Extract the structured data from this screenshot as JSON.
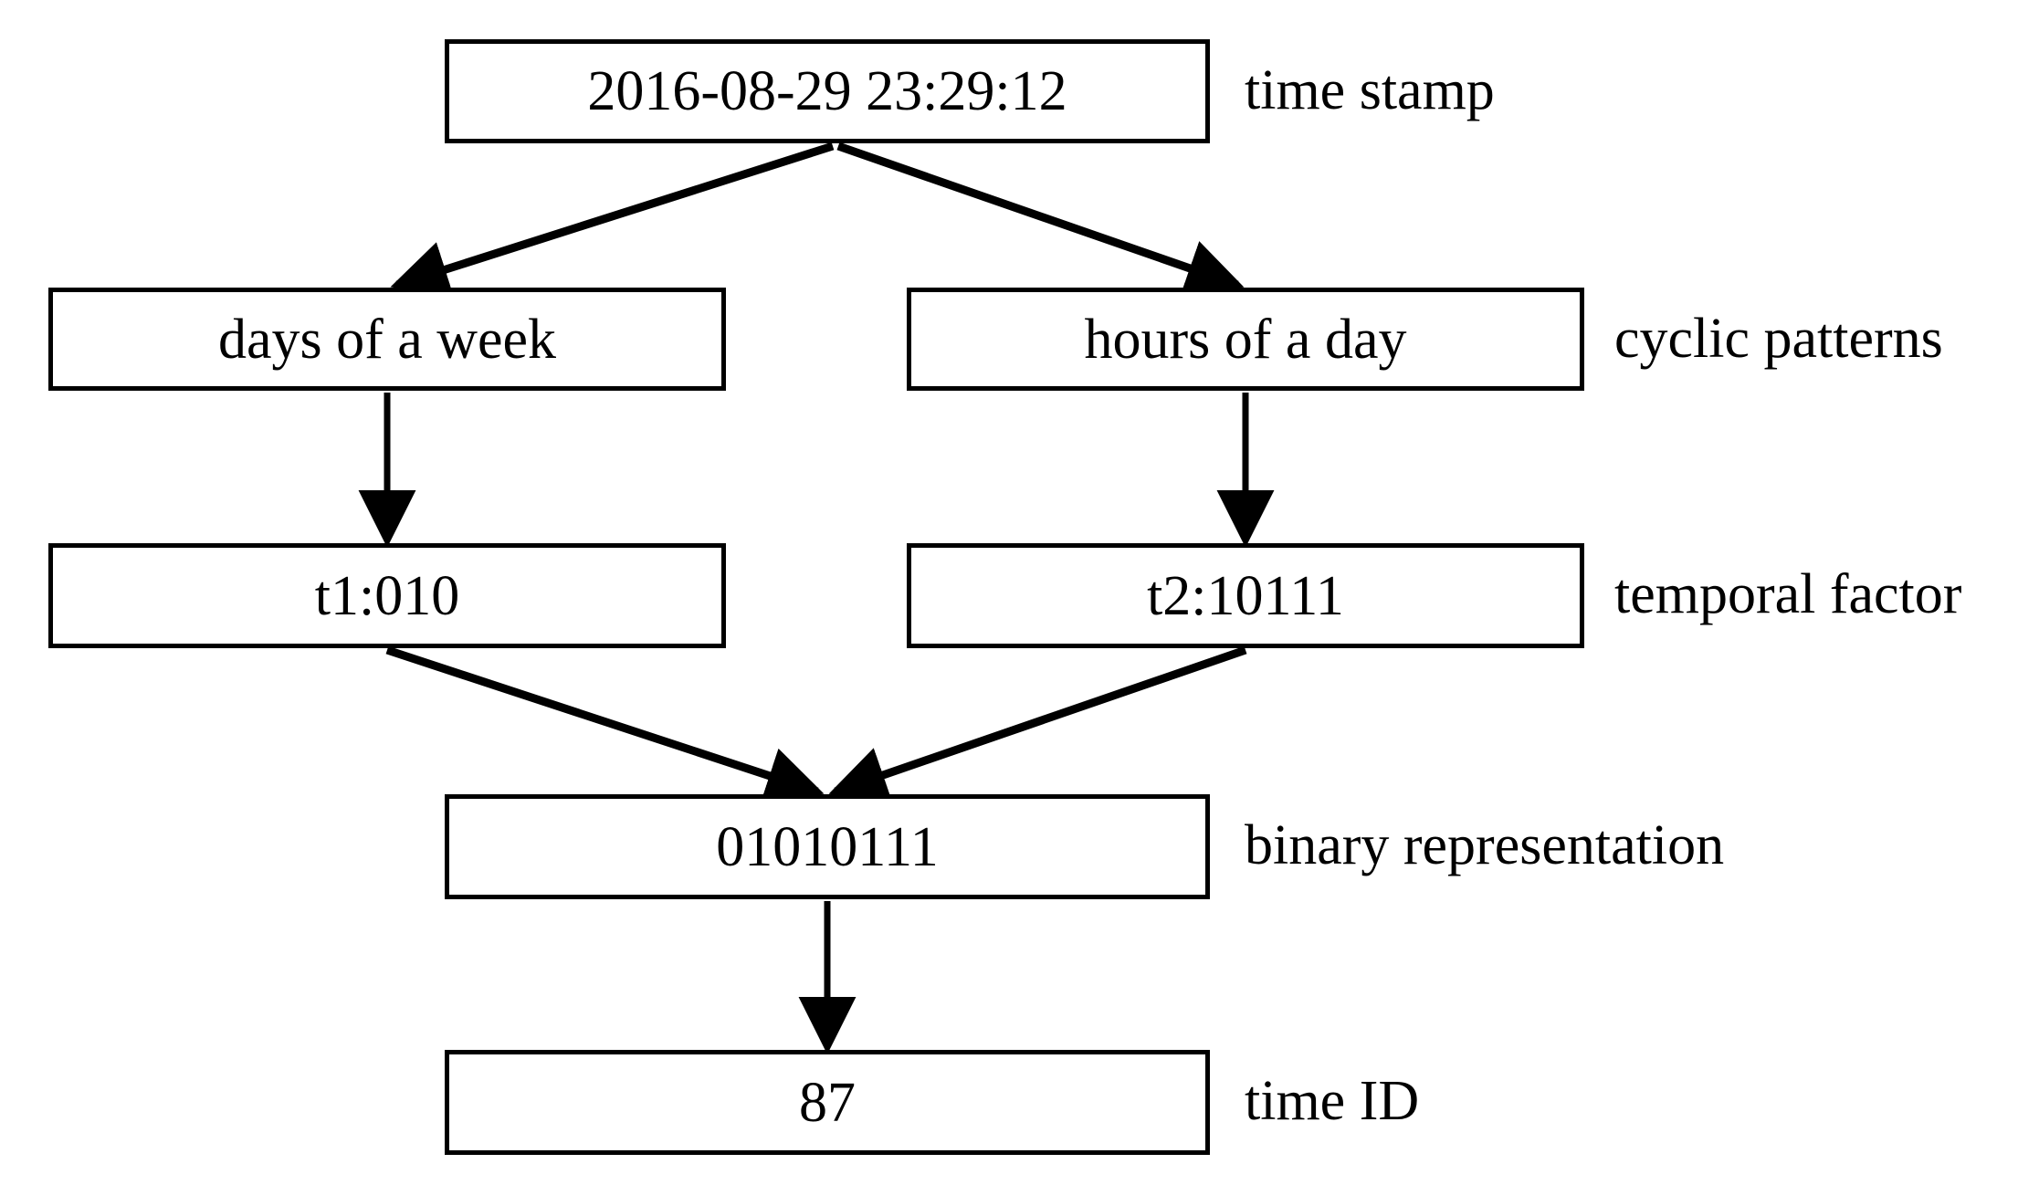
{
  "diagram": {
    "title": "time stamp to time ID encoding flow",
    "stroke_color": "#000000",
    "background_color": "#ffffff",
    "nodes": [
      {
        "id": "timestamp",
        "text": "2016-08-29 23:29:12"
      },
      {
        "id": "days",
        "text": "days of a week"
      },
      {
        "id": "hours",
        "text": "hours of a day"
      },
      {
        "id": "t1",
        "text": "t1:010"
      },
      {
        "id": "t2",
        "text": "t2:10111"
      },
      {
        "id": "binary",
        "text": "01010111"
      },
      {
        "id": "timeid",
        "text": "87"
      }
    ],
    "row_labels": [
      {
        "id": "timestamp",
        "text": "time stamp"
      },
      {
        "id": "cyclic",
        "text": "cyclic patterns"
      },
      {
        "id": "temporal",
        "text": "temporal factor"
      },
      {
        "id": "binary",
        "text": "binary representation"
      },
      {
        "id": "timeid",
        "text": "time ID"
      }
    ],
    "edges": [
      {
        "from": "timestamp",
        "to": "days",
        "style": "diagonal-arrow"
      },
      {
        "from": "timestamp",
        "to": "hours",
        "style": "diagonal-arrow"
      },
      {
        "from": "days",
        "to": "t1",
        "style": "vertical-arrow"
      },
      {
        "from": "hours",
        "to": "t2",
        "style": "vertical-arrow"
      },
      {
        "from": "t1",
        "to": "binary",
        "style": "diagonal-arrow"
      },
      {
        "from": "t2",
        "to": "binary",
        "style": "diagonal-arrow"
      },
      {
        "from": "binary",
        "to": "timeid",
        "style": "vertical-arrow"
      }
    ]
  }
}
